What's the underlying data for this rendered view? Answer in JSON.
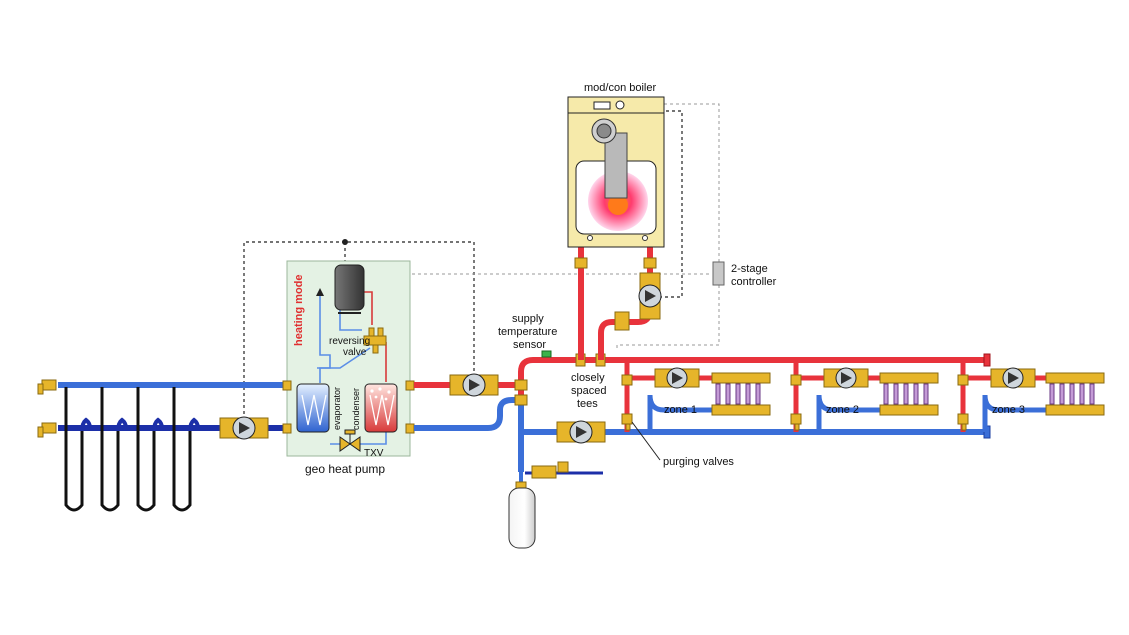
{
  "labels": {
    "boiler": "mod/con boiler",
    "controller_line1": "2-stage",
    "controller_line2": "controller",
    "sensor_line1": "supply",
    "sensor_line2": "temperature",
    "sensor_line3": "sensor",
    "tees_line1": "closely",
    "tees_line2": "spaced",
    "tees_line3": "tees",
    "zone1": "zone 1",
    "zone2": "zone 2",
    "zone3": "zone 3",
    "purging": "purging valves",
    "heatpump": "geo heat pump",
    "mode": "heating mode",
    "reversing_line1": "reversing",
    "reversing_line2": "valve",
    "evaporator": "evaporator",
    "condenser": "condenser",
    "txv": "TXV"
  },
  "colors": {
    "supply_pipe": "#e8333c",
    "return_pipe": "#3b6fd8",
    "ground_loop_pipe": "#1c2fa8",
    "brass": "#e6b52a",
    "heat_pump_panel": "#e4f2e4",
    "boiler_cabinet": "#f6eaaa",
    "control_wire": "#222222"
  }
}
